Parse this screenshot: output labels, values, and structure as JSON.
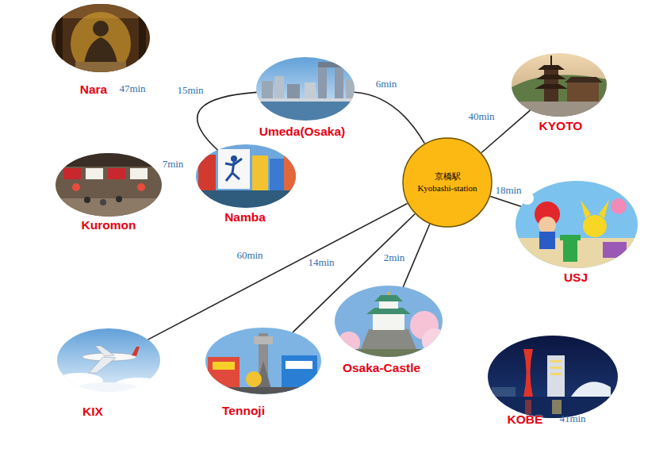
{
  "diagram": {
    "nodes": [
      {
        "text": [
          "Nara"
        ]
      },
      {
        "text": [
          "Umeda(Osaka)"
        ]
      },
      {
        "text": [
          "KYOTO"
        ]
      },
      {
        "text": [
          "Kuromon"
        ]
      },
      {
        "text": [
          "Namba"
        ]
      },
      {
        "text": [
          "京橋駅",
          "Kyobashi-station"
        ]
      },
      {
        "text": [
          "USJ"
        ]
      },
      {
        "text": [
          "KIX"
        ]
      },
      {
        "text": [
          "Tennoji"
        ]
      },
      {
        "text": [
          "Osaka-Castle"
        ]
      },
      {
        "text": [
          "KOBE"
        ]
      }
    ],
    "edges": [
      {
        "from": 4,
        "to": 1,
        "label": "15min",
        "arrow": "none"
      },
      {
        "from": 1,
        "to": 5,
        "label": "6min",
        "arrow": "none"
      },
      {
        "from": 5,
        "to": 2,
        "label": "40min",
        "arrow": "none"
      },
      {
        "from": 5,
        "to": 6,
        "label": "18min",
        "arrow": "none"
      },
      {
        "from": 5,
        "to": 7,
        "label": "60min",
        "arrow": "none"
      },
      {
        "from": 5,
        "to": 8,
        "label": "14min",
        "arrow": "none"
      },
      {
        "from": 5,
        "to": 9,
        "label": "2min",
        "arrow": "none"
      }
    ],
    "labels": [
      "47min",
      "7min",
      "41min"
    ]
  }
}
